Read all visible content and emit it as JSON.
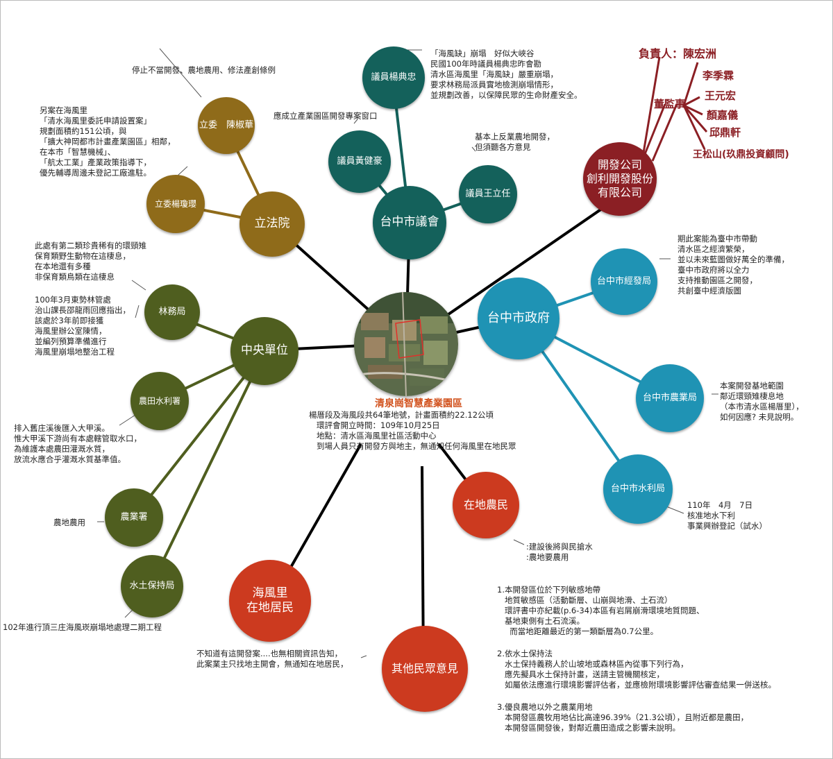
{
  "center": {
    "title": "清泉崗智慧產業園區",
    "desc": "楊厝段及海風段共64筆地號，計畫面積約22.12公頃\n   環評會開立時間：109年10月25日\n   地點：清水區海風里社區活動中心\n   到場人員只有開發方與地主，無通知任何海風里在地民眾"
  },
  "nodes": {
    "lifayuan": "立法院",
    "chen_shu_hua": "立委　陳椒華",
    "yang_qiong_ying": "立委楊瓊瓔",
    "taichung_council": "台中市議會",
    "yang_dian_zhong": "議員楊典忠",
    "huang_jian_hao": "議員黃健豪",
    "wang_li_ren": "議員王立任",
    "developer": "開發公司\n創利開發股份\n有限公司",
    "taichung_gov": "台中市政府",
    "economic_bureau": "台中市經發局",
    "agriculture_bureau": "台中市農業局",
    "water_bureau": "台中市水利局",
    "central": "中央單位",
    "forestry": "林務局",
    "irrigation": "農田水利署",
    "agri_agency": "農業署",
    "soil_water": "水土保持局",
    "local_farmers": "在地農民",
    "haifeng_residents": "海風里\n在地居民",
    "other_opinions": "其他民眾意見"
  },
  "developer_people": {
    "owner": "負責人：陳宏洲",
    "board": "董監事",
    "members": [
      "李季霖",
      "王元宏",
      "顏嘉儀",
      "邱鼎軒"
    ],
    "advisor": "王松山(玖鼎投資顧問)"
  },
  "notes": {
    "chen_shu_hua": "停止不當開發、農地農用、修法產創條例",
    "yang_qiong_ying": "另案在海風里\n「清水海風里委託申請設置案」\n規劃面積約151公頃，與\n「擴大神岡都市計畫產業園區」相鄰，\n在本市「智慧機械」、\n「航太工業」產業政策指導下，\n優先輔導周邊未登記工廠進駐。",
    "yang_dian_zhong": "「海風缺」崩塌　好似大峽谷\n民國100年時議員楊典忠昨會勘\n清水區海風里「海風缺」嚴重崩塌，\n要求林務局派員實地檢測崩塌情形，\n並規劃改善，以保障民眾的生命財產安全。",
    "huang_jian_hao": "應成立產業園區開發專案窗口",
    "wang_li_ren": "基本上反業農地開發，\n但須聽各方意見",
    "economic_bureau": "期此案能為臺中市帶動\n清水區之經濟繁榮，\n並以未來藍圖做好萬全的準備，\n臺中市政府將以全力\n支持推動園區之開發，\n共創臺中經濟版圖",
    "agriculture_bureau": "本案開發基地範圍\n鄰近環頸雉棲息地\n（本市清水區楊厝里），\n如何因應? 未見說明。",
    "water_bureau": "110年　4月　7日\n核准地水下利\n事業興辦登記（試水）",
    "forestry_1": "此處有第二類珍貴稀有的環頸雉\n保育類野生動物在這棲息，\n在本地還有多種\n非保育類鳥類在這棲息",
    "forestry_2": "100年3月東勢林管處\n治山課長邵龍雨回應指出，\n該處於3年前即接獲\n海風里辦公室陳情，\n並編列預算準備進行\n海風里崩塌地整治工程",
    "irrigation": "排入舊庄溪後匯入大甲溪。\n惟大甲溪下游尚有本處轄管取水口，\n為維護本處農田灌溉水質，\n放流水應合乎灌溉水質基準值。",
    "agri_agency": "農地農用",
    "soil_water": "102年進行頂三庄海風崁崩塌地處理二期工程",
    "local_farmers": ":建設後將與民搶水\n:農地要農用",
    "haifeng_residents": "不知道有這開發案....也無相關資訊告知，\n此案業主只找地主開會，無通知在地居民，",
    "other_1": "1.本開發區位於下列敏感地帶\n   地質敏感區（活動斷層、山崩與地滑、土石流）\n   環評書中亦紀載(p.6-34)本區有岩屑崩滑環境地質問題、\n   基地東側有土石流溪。\n     而當地距離最近的第一類斷層為0.7公里。",
    "other_2": "2.依水土保持法\n   水土保持義務人於山坡地或森林區內從事下列行為，\n   應先擬具水土保持計畫，送請主管機關核定，\n   如屬依法應進行環境影響評估者，並應檢附環境影響評估審查結果一併送核。",
    "other_3": "3.優良農地以外之農業用地\n   本開發區農牧用地佔比高達96.39%（21.3公頃），且附近都是農田，\n   本開發區開發後，對鄰近農田造成之影響未說明。"
  },
  "colors": {
    "legislature": "#8f6b1a",
    "council": "#14615b",
    "government": "#1f93b4",
    "central": "#4f5e1f",
    "public": "#cc3a1f",
    "developer": "#8b1f24"
  }
}
